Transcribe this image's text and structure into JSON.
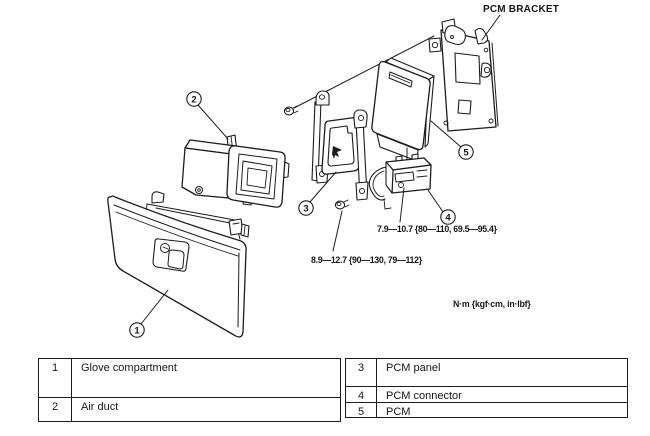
{
  "diagram": {
    "bracket_label": "PCM BRACKET",
    "torque_spec_connector": "7.9—10.7 {80—110, 69.5—95.4}",
    "torque_spec_panel": "8.9—12.7 {90—130, 79—112}",
    "units_note": "N·m {kgf·cm, in·lbf}",
    "callouts": [
      {
        "num": "1",
        "label": "Glove compartment"
      },
      {
        "num": "2",
        "label": "Air duct"
      },
      {
        "num": "3",
        "label": "PCM panel"
      },
      {
        "num": "4",
        "label": "PCM connector"
      },
      {
        "num": "5",
        "label": "PCM"
      }
    ]
  },
  "legend": {
    "left_rows": [
      {
        "num": "1",
        "label": "Glove compartment"
      },
      {
        "num": "2",
        "label": "Air duct"
      }
    ],
    "right_rows": [
      {
        "num": "3",
        "label": "PCM panel"
      },
      {
        "num": "4",
        "label": "PCM connector"
      },
      {
        "num": "5",
        "label": "PCM"
      }
    ]
  },
  "colors": {
    "ink": "#1c1c1c",
    "background": "#ffffff"
  }
}
